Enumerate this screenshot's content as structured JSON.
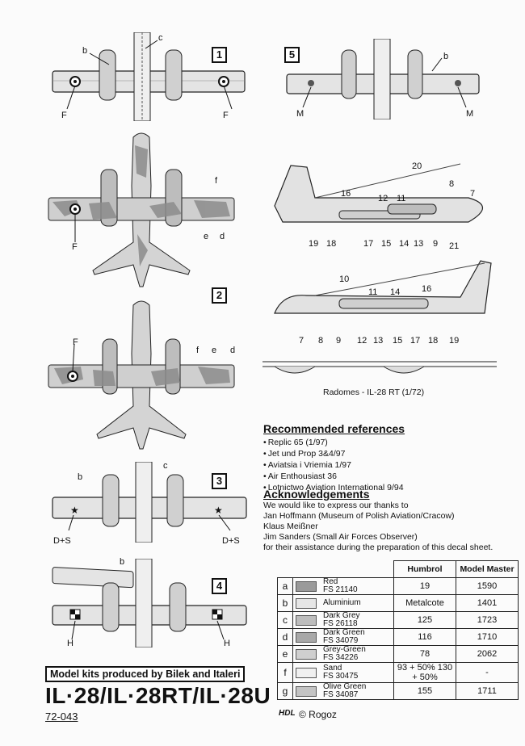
{
  "views": {
    "v1": {
      "number": "1",
      "letter_b": "b",
      "letter_c": "c",
      "left_mark": "F",
      "right_mark": "F"
    },
    "v5": {
      "number": "5",
      "letter_b": "b",
      "left_mark": "M",
      "right_mark": "M"
    },
    "v_top": {
      "letter_f": "f",
      "letter_e": "e",
      "letter_d": "d",
      "mark": "F"
    },
    "v2": {
      "number": "2",
      "mark": "F",
      "letter_f": "f",
      "letter_e": "e",
      "letter_d": "d"
    },
    "v3": {
      "number": "3",
      "letter_b": "b",
      "letter_c": "c",
      "left_mark": "D+S",
      "right_mark": "D+S"
    },
    "v4": {
      "number": "4",
      "letter_b": "b",
      "left_mark": "H",
      "right_mark": "H"
    }
  },
  "side_top": {
    "labels": [
      "20",
      "8",
      "7",
      "16",
      "12",
      "11",
      "19",
      "18",
      "17",
      "15",
      "14",
      "13",
      "9",
      "21"
    ]
  },
  "side_bottom": {
    "labels": [
      "10",
      "11",
      "14",
      "16",
      "7",
      "8",
      "9",
      "12",
      "13",
      "15",
      "17",
      "18",
      "19"
    ]
  },
  "radomes_caption": "Radomes - IL-28 RT (1/72)",
  "references": {
    "title": "Recommended references",
    "items": [
      "Replic 65 (1/97)",
      "Jet und Prop 3&4/97",
      "Aviatsia i Vriemia 1/97",
      "Air Enthousiast 36",
      "Lotnictwo Aviation International 9/94"
    ]
  },
  "acknowledgements": {
    "title": "Acknowledgements",
    "lines": [
      "We would like to express our thanks to",
      "Jan Hoffmann (Museum of Polish Aviation/Cracow)",
      "Klaus Meißner",
      "Jim Sanders (Small Air Forces Observer)",
      "for their assistance during the preparation of this decal sheet."
    ]
  },
  "color_table": {
    "headers": {
      "humbrol": "Humbrol",
      "model_master": "Model Master"
    },
    "rows": [
      {
        "letter": "a",
        "name": "Red",
        "fs": "FS 21140",
        "humbrol": "19",
        "mm": "1590",
        "color": "#9a9a9a"
      },
      {
        "letter": "b",
        "name": "Aluminium",
        "fs": "",
        "humbrol": "Metalcote",
        "mm": "1401",
        "color": "#e6e6e6"
      },
      {
        "letter": "c",
        "name": "Dark Grey",
        "fs": "FS 26118",
        "humbrol": "125",
        "mm": "1723",
        "color": "#bdbdbd"
      },
      {
        "letter": "d",
        "name": "Dark Green",
        "fs": "FS 34079",
        "humbrol": "116",
        "mm": "1710",
        "color": "#a8a8a8"
      },
      {
        "letter": "e",
        "name": "Grey-Green",
        "fs": "FS 34226",
        "humbrol": "78",
        "mm": "2062",
        "color": "#cfcfcf"
      },
      {
        "letter": "f",
        "name": "Sand",
        "fs": "FS 30475",
        "humbrol": "93 + 50% 130 + 50%",
        "mm": "-",
        "color": "#f0f0f0"
      },
      {
        "letter": "g",
        "name": "Olive Green",
        "fs": "FS 34087",
        "humbrol": "155",
        "mm": "1711",
        "color": "#c4c4c4"
      }
    ]
  },
  "footer": {
    "producer": "Model kits produced by Bilek and Italeri",
    "main_title": "IL·28/IL·28RT/IL·28U",
    "catalog": "72-043",
    "copyright": "© Rogoz",
    "logo": "HDL"
  }
}
